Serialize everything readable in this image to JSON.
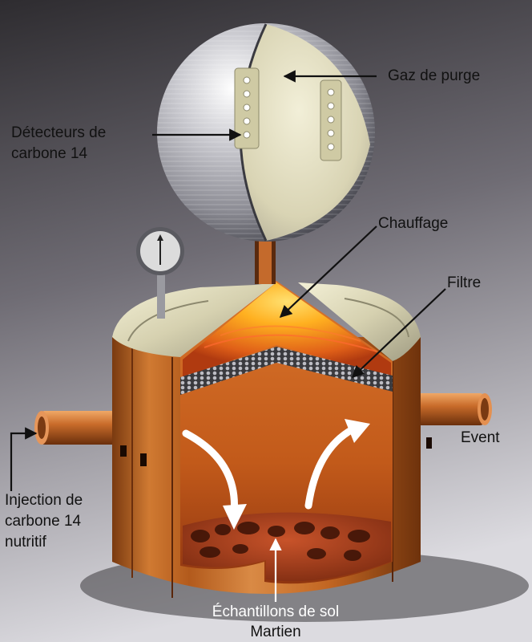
{
  "labels": {
    "gaz_de_purge": "Gaz de purge",
    "detecteurs_line1": "Détecteurs de",
    "detecteurs_line2": "carbone 14",
    "chauffage": "Chauffage",
    "filtre": "Filtre",
    "event": "Event",
    "injection_line1": "Injection de",
    "injection_line2": "carbone 14",
    "injection_line3": "nutritif",
    "echantillons_line1": "Échantillons de sol",
    "echantillons_line2": "Martien"
  },
  "colors": {
    "background_top": "#2e2c30",
    "background_mid": "#6f6c74",
    "background_bottom": "#d9d8dc",
    "copper": "#c96a25",
    "copper_dark": "#7a3a10",
    "sphere": "#cfcfd4",
    "sphere_inner": "#e6e2c6",
    "heat": "#ffcc33",
    "soil": "#a33d18"
  }
}
